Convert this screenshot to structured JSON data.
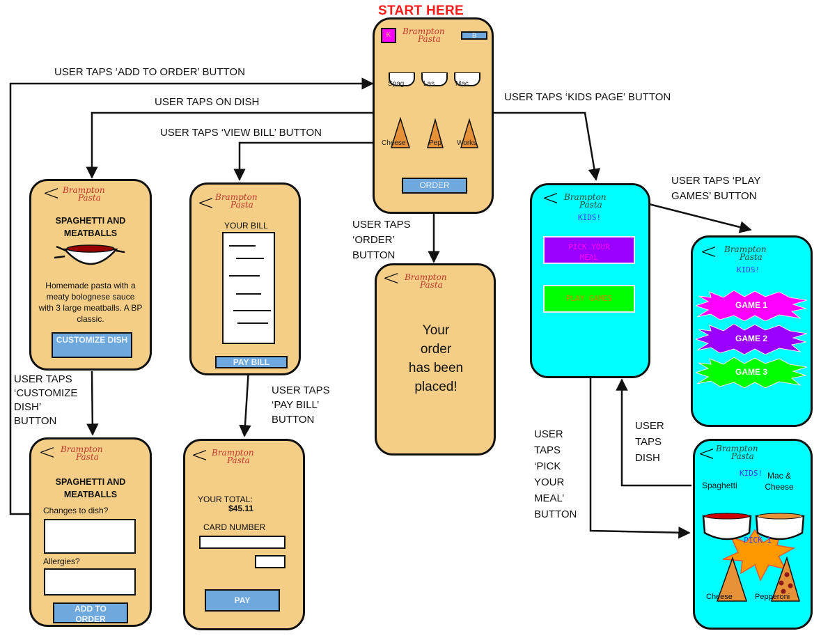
{
  "diagram": {
    "start_label": "START HERE",
    "flow_labels": {
      "add_to_order": "USER TAPS ‘ADD TO ORDER’ BUTTON",
      "on_dish": "USER TAPS ON DISH",
      "view_bill": "USER TAPS ‘VIEW BILL’ BUTTON",
      "kids_page": "USER TAPS ‘KIDS PAGE’ BUTTON",
      "play_games": "USER TAPS ‘PLAY\nGAMES’ BUTTON",
      "order": "USER TAPS\n‘ORDER’\nBUTTON",
      "customize": "USER TAPS\n‘CUSTOMIZE\nDISH’\nBUTTON",
      "pay_bill": "USER TAPS\n‘PAY BILL’\nBUTTON",
      "pick_meal": "USER\nTAPS\n‘PICK\nYOUR\nMEAL’\nBUTTON",
      "taps_dish": "USER\nTAPS\nDISH"
    }
  },
  "brand": {
    "line1": "Brampton",
    "line2": "Pasta",
    "back_glyph": "<"
  },
  "colors": {
    "adult_bg": "#f4cd86",
    "kids_bg": "#00ffff",
    "button_blue": "#6fa8dc",
    "start_red": "#ff1a1a",
    "logo_red": "#c0392b",
    "magenta": "#ff00ff",
    "purple": "#9900ff",
    "green": "#00ff00"
  },
  "screens": {
    "home": {
      "kids_button": "K",
      "bill_button": "B",
      "pasta_items": [
        "Spag",
        "Las",
        "Mac"
      ],
      "pizza_items": [
        "Cheese",
        "Pep",
        "Works"
      ],
      "order_button": "ORDER"
    },
    "dish_detail": {
      "title": "SPAGHETTI AND MEATBALLS",
      "description": "Homemade pasta with a meaty bolognese sauce with 3 large meatballs. A BP classic.",
      "customize_button": "CUSTOMIZE DISH"
    },
    "customize": {
      "title": "SPAGHETTI AND MEATBALLS",
      "changes_label": "Changes to dish?",
      "changes_value": "",
      "allergies_label": "Allergies?",
      "allergies_value": "",
      "add_button": "ADD TO ORDER"
    },
    "bill": {
      "title": "YOUR BILL",
      "pay_button": "PAY BILL"
    },
    "payment": {
      "total_label": "YOUR TOTAL:",
      "total_value": "$45.11",
      "card_label": "CARD NUMBER",
      "card_value": "",
      "cvv_value": "",
      "pay_button": "PAY"
    },
    "confirmation": {
      "message": "Your order has been placed!"
    },
    "kids_home": {
      "title": "KIDS!",
      "pick_meal_button": "PICK YOUR MEAL",
      "play_games_button": "PLAY GAMES"
    },
    "kids_games": {
      "title": "KIDS!",
      "games": [
        "GAME 1",
        "GAME 2",
        "GAME 3"
      ]
    },
    "kids_meal": {
      "title": "KIDS!",
      "pasta": [
        "Spaghetti",
        "Mac & Cheese"
      ],
      "pick_label": "PICK 1",
      "pizza": [
        "Cheese",
        "Pepperoni"
      ]
    }
  }
}
